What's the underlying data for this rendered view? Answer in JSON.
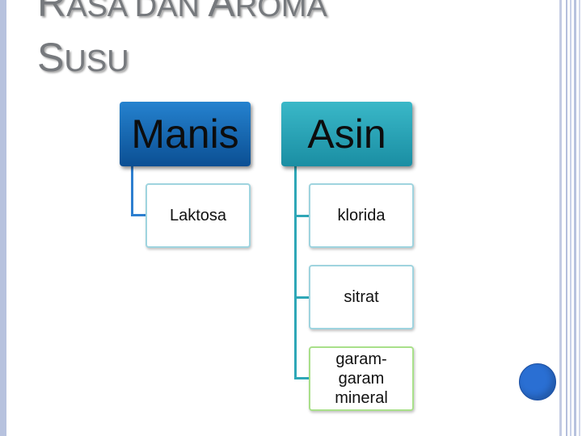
{
  "title": {
    "line1": [
      {
        "text": "R",
        "size": "cap"
      },
      {
        "text": "ASA DAN ",
        "size": "sc"
      },
      {
        "text": "A",
        "size": "cap"
      },
      {
        "text": "ROMA",
        "size": "sc"
      }
    ],
    "line2": [
      {
        "text": "S",
        "size": "cap"
      },
      {
        "text": "USU",
        "size": "sc"
      }
    ]
  },
  "diagram": {
    "manis": {
      "label": "Manis",
      "children": [
        "Laktosa"
      ]
    },
    "asin": {
      "label": "Asin",
      "children": [
        "klorida",
        "sitrat"
      ],
      "mineral_lines": [
        "garam-",
        "garam",
        "mineral"
      ]
    }
  },
  "colors": {
    "manis": "#0b5ba8",
    "asin": "#2aa3b6",
    "child_border": "#9fd4df",
    "connector_manis": "#2d7fd0",
    "connector_asin": "#2ea7b7",
    "title_text": "#76797d"
  }
}
